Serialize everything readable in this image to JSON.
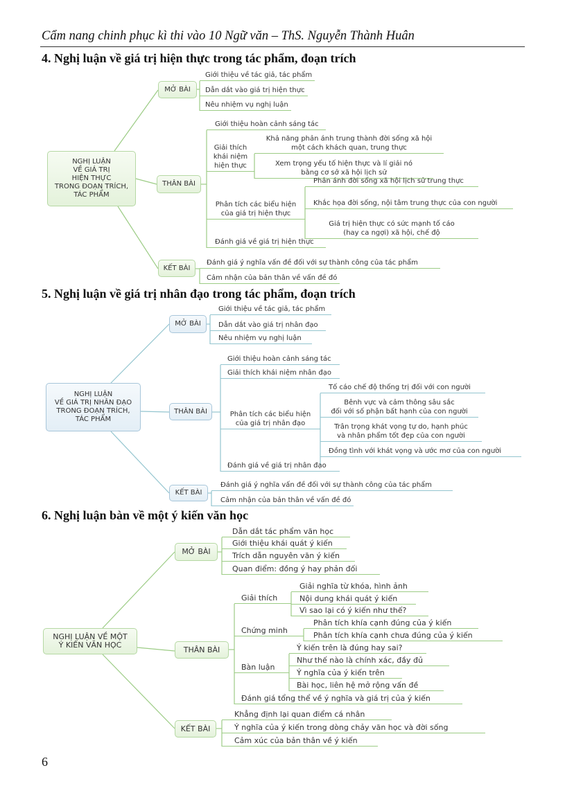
{
  "header": {
    "title": "Cẩm nang chinh phục kì thi vào 10 Ngữ văn – ThS. Nguyễn Thành Huân"
  },
  "sections": [
    {
      "heading": "4. Nghị luận về giá trị hiện thực trong tác phẩm, đoạn trích",
      "color": "#9ccc85",
      "root": "NGHỊ LUẬN\nVỀ GIÁ TRỊ\nHIỆN THỰC\nTRONG ĐOẠN TRÍCH,\nTÁC PHẨM",
      "mo_bai": {
        "label": "MỞ BÀI",
        "items": [
          {
            "label": "Giới thiệu về tác giả, tác phẩm"
          },
          {
            "label": "Dẫn dắt vào giá trị hiện thực"
          },
          {
            "label": "Nêu nhiệm vụ nghị luận"
          }
        ]
      },
      "than_bai": {
        "label": "THÂN BÀI",
        "items": [
          {
            "label": "Giới thiệu hoàn cảnh sáng tác"
          },
          {
            "label": "Giải thích\nkhái niệm\nhiện thực",
            "children": [
              {
                "label": "Khả năng phản ánh trung thành đời sống xã hội\nmột cách khách quan, trung thực"
              },
              {
                "label": "Xem trọng yếu tố hiện thực và lí giải nó\nbằng cơ sở xã hội lịch sử"
              }
            ]
          },
          {
            "label": "Phân tích các biểu hiện\ncủa giá trị hiện thực",
            "children": [
              {
                "label": "Phản ánh đời sống xã hội lịch sử trung thực"
              },
              {
                "label": "Khắc họa đời sống, nội tâm trung thực của con người"
              },
              {
                "label": "Giá trị hiện thực có sức mạnh tố cáo\n(hay ca ngợi) xã hội, chế độ"
              }
            ]
          },
          {
            "label": "Đánh giá về giá trị hiện thực"
          }
        ]
      },
      "ket_bai": {
        "label": "KẾT BÀI",
        "items": [
          {
            "label": "Đánh giá ý nghĩa vấn đề đối với sự thành công của tác phẩm"
          },
          {
            "label": "Cảm nhận của bản thân về vấn đề đó"
          }
        ]
      }
    },
    {
      "heading": "5. Nghị luận về giá trị nhân đạo trong tác phẩm, đoạn trích",
      "color": "#93c5cf",
      "root": "NGHỊ LUẬN\nVỀ GIÁ TRỊ NHÂN ĐẠO\nTRONG ĐOẠN TRÍCH,\nTÁC PHẨM",
      "mo_bai": {
        "label": "MỞ BÀI",
        "items": [
          {
            "label": "Giới thiệu về tác giả, tác phẩm"
          },
          {
            "label": "Dẫn dắt vào giá trị nhân đạo"
          },
          {
            "label": "Nêu nhiệm vụ nghị luận"
          }
        ]
      },
      "than_bai": {
        "label": "THÂN BÀI",
        "items": [
          {
            "label": "Giới thiệu hoàn cảnh sáng tác"
          },
          {
            "label": "Giải thích khái niệm nhân đạo"
          },
          {
            "label": "Phân tích các biểu hiện\ncủa giá trị nhân đạo",
            "children": [
              {
                "label": "Tố cáo chế độ thống trị đối với con người"
              },
              {
                "label": "Bênh vực và cảm thông sâu sắc\nđối với số phận bất hạnh của con người"
              },
              {
                "label": "Trân trọng khát vọng tự do, hạnh phúc\nvà nhân phẩm tốt đẹp của con người"
              },
              {
                "label": "Đồng tình với khát vọng và ước mơ của con người"
              }
            ]
          },
          {
            "label": "Đánh giá về giá trị nhân đạo"
          }
        ]
      },
      "ket_bai": {
        "label": "KẾT BÀI",
        "items": [
          {
            "label": "Đánh giá ý nghĩa vấn đề đối với sự thành công của tác phẩm"
          },
          {
            "label": "Cảm nhận của bản thân về vấn đề đó"
          }
        ]
      }
    },
    {
      "heading": "6. Nghị luận bàn về một ý kiến văn học",
      "color": "#9ccc85",
      "root": "NGHỊ LUẬN VỀ MỘT\nÝ KIẾN VĂN HỌC",
      "mo_bai": {
        "label": "MỞ BÀI",
        "items": [
          {
            "label": "Dẫn dắt tác phẩm văn học"
          },
          {
            "label": "Giới thiệu khái quát ý kiến"
          },
          {
            "label": "Trích dẫn nguyên văn ý kiến"
          },
          {
            "label": "Quan điểm: đồng ý hay phản đối"
          }
        ]
      },
      "than_bai": {
        "label": "THÂN BÀI",
        "items": [
          {
            "label": "Giải thích",
            "children": [
              {
                "label": "Giải nghĩa từ khóa, hình ảnh"
              },
              {
                "label": "Nội dung khái quát ý kiến"
              },
              {
                "label": "Vì sao lại có ý kiến như thế?"
              }
            ]
          },
          {
            "label": "Chứng minh",
            "children": [
              {
                "label": "Phân tích khía cạnh đúng của ý kiến"
              },
              {
                "label": "Phân tích khía cạnh chưa đúng của ý kiến"
              }
            ]
          },
          {
            "label": "Bàn luận",
            "children": [
              {
                "label": "Ý kiến trên là đúng hay sai?"
              },
              {
                "label": "Như thế nào là chính xác, đầy đủ"
              },
              {
                "label": "Ý nghĩa của ý kiến trên"
              },
              {
                "label": "Bài học, liên hệ mở rộng vấn đề"
              }
            ]
          },
          {
            "label": "Đánh giá tổng thể về ý nghĩa và giá trị của ý kiến"
          }
        ]
      },
      "ket_bai": {
        "label": "KẾT BÀI",
        "items": [
          {
            "label": "Khẳng định lại quan điểm cá nhân"
          },
          {
            "label": "Ý nghĩa của ý kiến trong dòng chảy văn học và đời sống"
          },
          {
            "label": "Cảm xúc của bản thân về ý kiến"
          }
        ]
      }
    }
  ],
  "page_number": "6"
}
